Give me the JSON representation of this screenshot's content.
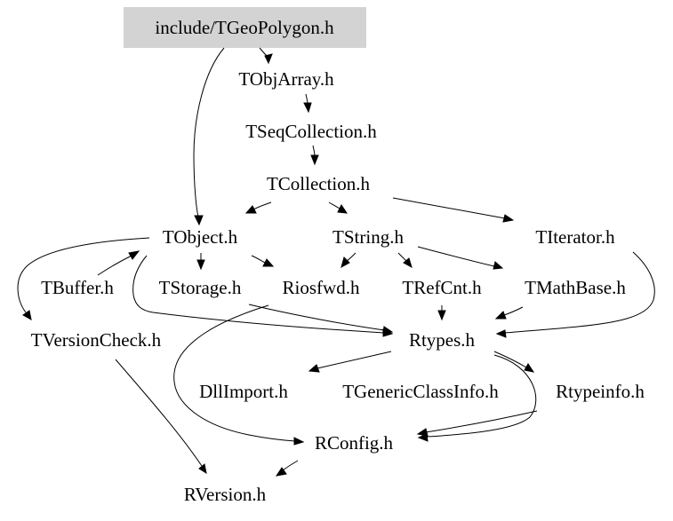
{
  "graph": {
    "highlight_color": "#d3d3d3",
    "nodes": [
      {
        "id": "tgeopolygon",
        "label": "include/TGeoPolygon.h",
        "highlighted": true
      },
      {
        "id": "tobjarray",
        "label": "TObjArray.h"
      },
      {
        "id": "tseqcollection",
        "label": "TSeqCollection.h"
      },
      {
        "id": "tcollection",
        "label": "TCollection.h"
      },
      {
        "id": "tobject",
        "label": "TObject.h"
      },
      {
        "id": "tstring",
        "label": "TString.h"
      },
      {
        "id": "titerator",
        "label": "TIterator.h"
      },
      {
        "id": "tbuffer",
        "label": "TBuffer.h"
      },
      {
        "id": "tstorage",
        "label": "TStorage.h"
      },
      {
        "id": "riosfwd",
        "label": "Riosfwd.h"
      },
      {
        "id": "trefcnt",
        "label": "TRefCnt.h"
      },
      {
        "id": "tmathbase",
        "label": "TMathBase.h"
      },
      {
        "id": "tversioncheck",
        "label": "TVersionCheck.h"
      },
      {
        "id": "rtypes",
        "label": "Rtypes.h"
      },
      {
        "id": "dllimport",
        "label": "DllImport.h"
      },
      {
        "id": "tgenericclassinfo",
        "label": "TGenericClassInfo.h"
      },
      {
        "id": "rtypeinfo",
        "label": "Rtypeinfo.h"
      },
      {
        "id": "rconfig",
        "label": "RConfig.h"
      },
      {
        "id": "rversion",
        "label": "RVersion.h"
      }
    ],
    "edges": [
      {
        "from": "tgeopolygon",
        "to": "tobjarray"
      },
      {
        "from": "tgeopolygon",
        "to": "tobject"
      },
      {
        "from": "tobjarray",
        "to": "tseqcollection"
      },
      {
        "from": "tseqcollection",
        "to": "tcollection"
      },
      {
        "from": "tcollection",
        "to": "tobject"
      },
      {
        "from": "tcollection",
        "to": "tstring"
      },
      {
        "from": "tcollection",
        "to": "titerator"
      },
      {
        "from": "tobject",
        "to": "tstorage"
      },
      {
        "from": "tobject",
        "to": "riosfwd"
      },
      {
        "from": "tobject",
        "to": "tversioncheck"
      },
      {
        "from": "tobject",
        "to": "rtypes"
      },
      {
        "from": "tstring",
        "to": "riosfwd"
      },
      {
        "from": "tstring",
        "to": "trefcnt"
      },
      {
        "from": "tstring",
        "to": "tmathbase"
      },
      {
        "from": "titerator",
        "to": "rtypes"
      },
      {
        "from": "tbuffer",
        "to": "tobject"
      },
      {
        "from": "tstorage",
        "to": "rtypes"
      },
      {
        "from": "trefcnt",
        "to": "rtypes"
      },
      {
        "from": "tmathbase",
        "to": "rtypes"
      },
      {
        "from": "tversioncheck",
        "to": "rversion"
      },
      {
        "from": "rtypes",
        "to": "dllimport"
      },
      {
        "from": "rtypes",
        "to": "rtypeinfo"
      },
      {
        "from": "rtypes",
        "to": "rconfig"
      },
      {
        "from": "riosfwd",
        "to": "rconfig"
      },
      {
        "from": "rtypeinfo",
        "to": "rconfig"
      },
      {
        "from": "rconfig",
        "to": "rversion"
      }
    ]
  }
}
